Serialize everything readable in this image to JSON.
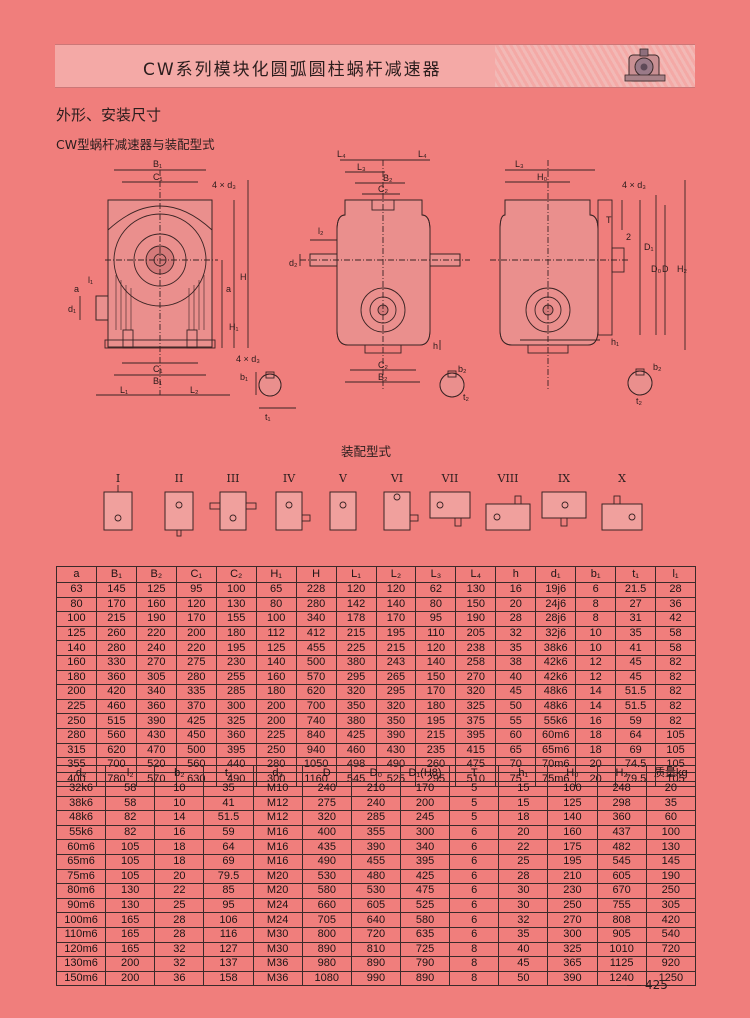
{
  "header": {
    "title": "CW系列模块化圆弧圆柱蜗杆减速器"
  },
  "section_title": "外形、安装尺寸",
  "subsection_title": "CW型蜗杆减速器与装配型式",
  "assembly_title": "装配型式",
  "drawing_labels": {
    "B1": "B₁",
    "C1": "C₁",
    "B2": "B₂",
    "C2": "C₂",
    "L1": "L₁",
    "L2": "L₂",
    "L3": "L₃",
    "L4": "L₄",
    "H": "H",
    "H1": "H₁",
    "H0": "H₀",
    "H2": "H₂",
    "a": "a",
    "d1": "d₁",
    "d2": "d₂",
    "d3": "4 × d₃",
    "l1": "l₁",
    "l2": "l₂",
    "b1": "b₁",
    "b2": "b₂",
    "t1": "t₁",
    "t2": "t₂",
    "h": "h",
    "h1": "h₁",
    "D": "D",
    "D0": "D₀",
    "D1": "D₁",
    "T": "T",
    "two": "2"
  },
  "assembly_types": [
    "I",
    "II",
    "III",
    "IV",
    "V",
    "VI",
    "VII",
    "VIII",
    "IX",
    "X"
  ],
  "table1": {
    "headers": [
      "a",
      "B₁",
      "B₂",
      "C₁",
      "C₂",
      "H₁",
      "H",
      "L₁",
      "L₂",
      "L₃",
      "L₄",
      "h",
      "d₁",
      "b₁",
      "t₁",
      "l₁"
    ],
    "rows": [
      [
        "63",
        "145",
        "125",
        "95",
        "100",
        "65",
        "228",
        "120",
        "120",
        "62",
        "130",
        "16",
        "19j6",
        "6",
        "21.5",
        "28"
      ],
      [
        "80",
        "170",
        "160",
        "120",
        "130",
        "80",
        "280",
        "142",
        "140",
        "80",
        "150",
        "20",
        "24j6",
        "8",
        "27",
        "36"
      ],
      [
        "100",
        "215",
        "190",
        "170",
        "155",
        "100",
        "340",
        "178",
        "170",
        "95",
        "190",
        "28",
        "28j6",
        "8",
        "31",
        "42"
      ],
      [
        "125",
        "260",
        "220",
        "200",
        "180",
        "112",
        "412",
        "215",
        "195",
        "110",
        "205",
        "32",
        "32j6",
        "10",
        "35",
        "58"
      ],
      [
        "140",
        "280",
        "240",
        "220",
        "195",
        "125",
        "455",
        "225",
        "215",
        "120",
        "238",
        "35",
        "38k6",
        "10",
        "41",
        "58"
      ],
      [
        "160",
        "330",
        "270",
        "275",
        "230",
        "140",
        "500",
        "380",
        "243",
        "140",
        "258",
        "38",
        "42k6",
        "12",
        "45",
        "82"
      ],
      [
        "180",
        "360",
        "305",
        "280",
        "255",
        "160",
        "570",
        "295",
        "265",
        "150",
        "270",
        "40",
        "42k6",
        "12",
        "45",
        "82"
      ],
      [
        "200",
        "420",
        "340",
        "335",
        "285",
        "180",
        "620",
        "320",
        "295",
        "170",
        "320",
        "45",
        "48k6",
        "14",
        "51.5",
        "82"
      ],
      [
        "225",
        "460",
        "360",
        "370",
        "300",
        "200",
        "700",
        "350",
        "320",
        "180",
        "325",
        "50",
        "48k6",
        "14",
        "51.5",
        "82"
      ],
      [
        "250",
        "515",
        "390",
        "425",
        "325",
        "200",
        "740",
        "380",
        "350",
        "195",
        "375",
        "55",
        "55k6",
        "16",
        "59",
        "82"
      ],
      [
        "280",
        "560",
        "430",
        "450",
        "360",
        "225",
        "840",
        "425",
        "390",
        "215",
        "395",
        "60",
        "60m6",
        "18",
        "64",
        "105"
      ],
      [
        "315",
        "620",
        "470",
        "500",
        "395",
        "250",
        "940",
        "460",
        "430",
        "235",
        "415",
        "65",
        "65m6",
        "18",
        "69",
        "105"
      ],
      [
        "355",
        "700",
        "520",
        "560",
        "440",
        "280",
        "1050",
        "498",
        "490",
        "260",
        "475",
        "70",
        "70m6",
        "20",
        "74.5",
        "105"
      ],
      [
        "400",
        "780",
        "570",
        "630",
        "490",
        "300",
        "1160",
        "545",
        "525",
        "295",
        "510",
        "75",
        "75m6",
        "20",
        "79.5",
        "105"
      ]
    ]
  },
  "table2": {
    "headers": [
      "d₂",
      "l₂",
      "b₂",
      "t₂",
      "d₃",
      "D",
      "D₀",
      "D₁(H8)",
      "T",
      "h₁",
      "H₀",
      "H₂",
      "质量kg"
    ],
    "rows": [
      [
        "32k6",
        "58",
        "10",
        "35",
        "M10",
        "240",
        "210",
        "170",
        "5",
        "15",
        "100",
        "248",
        "20"
      ],
      [
        "38k6",
        "58",
        "10",
        "41",
        "M12",
        "275",
        "240",
        "200",
        "5",
        "15",
        "125",
        "298",
        "35"
      ],
      [
        "48k6",
        "82",
        "14",
        "51.5",
        "M12",
        "320",
        "285",
        "245",
        "5",
        "18",
        "140",
        "360",
        "60"
      ],
      [
        "55k6",
        "82",
        "16",
        "59",
        "M16",
        "400",
        "355",
        "300",
        "6",
        "20",
        "160",
        "437",
        "100"
      ],
      [
        "60m6",
        "105",
        "18",
        "64",
        "M16",
        "435",
        "390",
        "340",
        "6",
        "22",
        "175",
        "482",
        "130"
      ],
      [
        "65m6",
        "105",
        "18",
        "69",
        "M16",
        "490",
        "455",
        "395",
        "6",
        "25",
        "195",
        "545",
        "145"
      ],
      [
        "75m6",
        "105",
        "20",
        "79.5",
        "M20",
        "530",
        "480",
        "425",
        "6",
        "28",
        "210",
        "605",
        "190"
      ],
      [
        "80m6",
        "130",
        "22",
        "85",
        "M20",
        "580",
        "530",
        "475",
        "6",
        "30",
        "230",
        "670",
        "250"
      ],
      [
        "90m6",
        "130",
        "25",
        "95",
        "M24",
        "660",
        "605",
        "525",
        "6",
        "30",
        "250",
        "755",
        "305"
      ],
      [
        "100m6",
        "165",
        "28",
        "106",
        "M24",
        "705",
        "640",
        "580",
        "6",
        "32",
        "270",
        "808",
        "420"
      ],
      [
        "110m6",
        "165",
        "28",
        "116",
        "M30",
        "800",
        "720",
        "635",
        "6",
        "35",
        "300",
        "905",
        "540"
      ],
      [
        "120m6",
        "165",
        "32",
        "127",
        "M30",
        "890",
        "810",
        "725",
        "8",
        "40",
        "325",
        "1010",
        "720"
      ],
      [
        "130m6",
        "200",
        "32",
        "137",
        "M36",
        "980",
        "890",
        "790",
        "8",
        "45",
        "365",
        "1125",
        "920"
      ],
      [
        "150m6",
        "200",
        "36",
        "158",
        "M36",
        "1080",
        "990",
        "890",
        "8",
        "50",
        "390",
        "1240",
        "1250"
      ]
    ]
  },
  "page_number": "425"
}
